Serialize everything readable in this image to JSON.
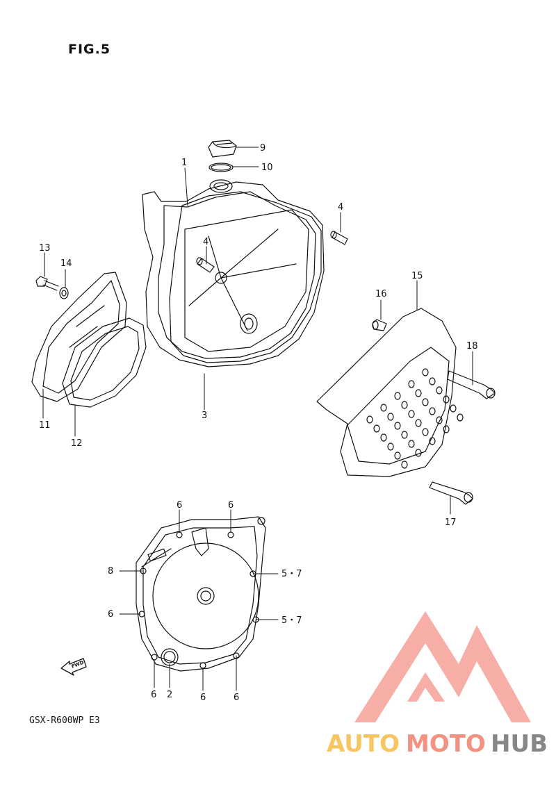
{
  "figure": {
    "title": "FIG.5",
    "model_code": "GSX-R600WP  E3",
    "fwd_label": "FWD"
  },
  "callouts": [
    {
      "id": "c9",
      "text": "9"
    },
    {
      "id": "c10",
      "text": "10"
    },
    {
      "id": "c1",
      "text": "1"
    },
    {
      "id": "c4a",
      "text": "4"
    },
    {
      "id": "c4b",
      "text": "4"
    },
    {
      "id": "c13",
      "text": "13"
    },
    {
      "id": "c14",
      "text": "14"
    },
    {
      "id": "c15",
      "text": "15"
    },
    {
      "id": "c16",
      "text": "16"
    },
    {
      "id": "c18",
      "text": "18"
    },
    {
      "id": "c3",
      "text": "3"
    },
    {
      "id": "c11",
      "text": "11"
    },
    {
      "id": "c12",
      "text": "12"
    },
    {
      "id": "c17",
      "text": "17"
    },
    {
      "id": "c6a",
      "text": "6"
    },
    {
      "id": "c6b",
      "text": "6"
    },
    {
      "id": "c8",
      "text": "8"
    },
    {
      "id": "c57a",
      "text": "5・7"
    },
    {
      "id": "c6c",
      "text": "6"
    },
    {
      "id": "c57b",
      "text": "5・7"
    },
    {
      "id": "c6d",
      "text": "6"
    },
    {
      "id": "c2",
      "text": "2"
    },
    {
      "id": "c6e",
      "text": "6"
    },
    {
      "id": "c6f",
      "text": "6"
    }
  ],
  "watermark": {
    "part1": "AUTO",
    "part2": "MOTO",
    "part3": "HUB",
    "colors": {
      "auto": "#f6b93b",
      "moto": "#ef7f6d",
      "hub": "#7b7b7b",
      "logo": "#ef6b5e"
    }
  }
}
